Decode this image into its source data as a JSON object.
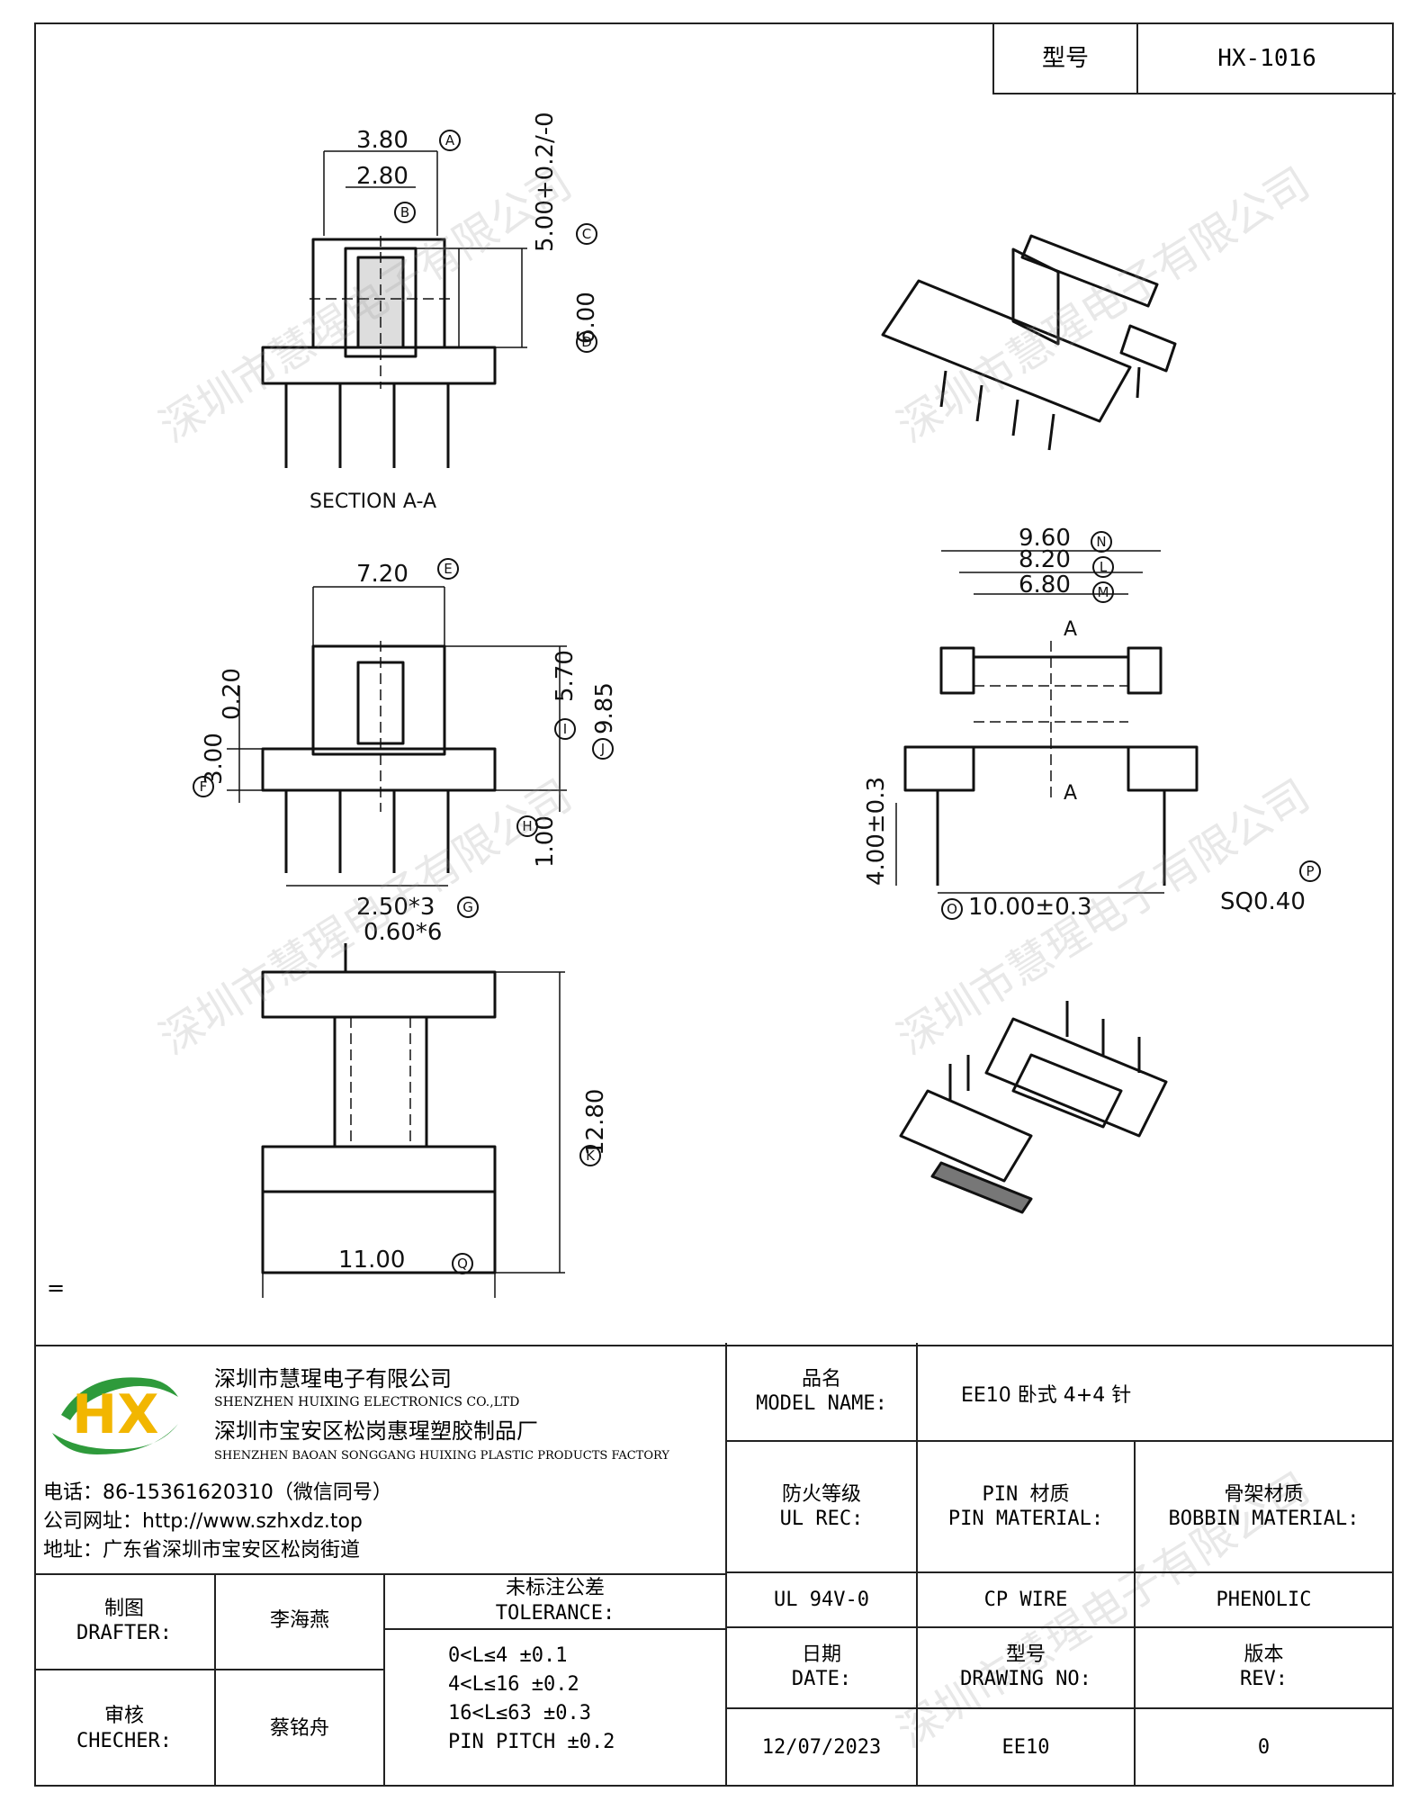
{
  "header": {
    "model_label": "型号",
    "model_value": "HX-1016"
  },
  "drawing": {
    "section_label": "SECTION A-A",
    "marker": "=",
    "dims": {
      "d380": "3.80",
      "d280": "2.80",
      "d500": "5.00+0.2/-0",
      "d600": "6.00",
      "d720": "7.20",
      "d020": "0.20",
      "d300": "3.00",
      "d570": "5.70",
      "d985": "9.85",
      "d100": "1.00",
      "d250": "2.50*3",
      "d060": "0.60*6",
      "d1280": "12.80",
      "d1100": "11.00",
      "d960": "9.60",
      "d820": "8.20",
      "d680": "6.80",
      "dA": "A",
      "d400": "4.00±0.3",
      "d1000": "10.00±0.3",
      "dsq": "SQ0.40"
    },
    "circles": {
      "A": "A",
      "B": "B",
      "C": "C",
      "D": "D",
      "E": "E",
      "F": "F",
      "G": "G",
      "H": "H",
      "I": "I",
      "J": "J",
      "K": "K",
      "L": "L",
      "M": "M",
      "N": "N",
      "O": "O",
      "P": "P",
      "Q": "Q"
    }
  },
  "watermark": "深圳市慧瑆电子有限公司",
  "company": {
    "logo_text": "HX",
    "name_cn": "深圳市慧瑆电子有限公司",
    "name_en": "SHENZHEN HUIXING ELECTRONICS CO.,LTD",
    "factory_cn": "深圳市宝安区松岗惠瑆塑胶制品厂",
    "factory_en": "SHENZHEN BAOAN SONGGANG HUIXING PLASTIC PRODUCTS FACTORY",
    "phone": "电话：86-15361620310（微信同号）",
    "website": "公司网址：http://www.szhxdz.top",
    "address": "地址：广东省深圳市宝安区松岗街道"
  },
  "title_block": {
    "model_name_cn": "品名",
    "model_name_en": "MODEL NAME:",
    "model_name_value": "EE10 卧式 4+4 针",
    "ul_cn": "防火等级",
    "ul_en": "UL REC:",
    "pin_cn": "PIN 材质",
    "pin_en": "PIN MATERIAL:",
    "bobbin_cn": "骨架材质",
    "bobbin_en": "BOBBIN MATERIAL:",
    "ul_value": "UL 94V-0",
    "pin_value": "CP WIRE",
    "bobbin_value": "PHENOLIC",
    "drafter_cn": "制图",
    "drafter_en": "DRAFTER:",
    "drafter_name": "李海燕",
    "checker_cn": "审核",
    "checker_en": "CHECHER:",
    "checker_name": "蔡铭舟",
    "tolerance_cn": "未标注公差",
    "tolerance_en": "TOLERANCE:",
    "tol_1": "0<L≤4  ±0.1",
    "tol_2": "4<L≤16 ±0.2",
    "tol_3": "16<L≤63 ±0.3",
    "tol_4": "PIN PITCH ±0.2",
    "date_cn": "日期",
    "date_en": "DATE:",
    "drawing_no_cn": "型号",
    "drawing_no_en": "DRAWING NO:",
    "rev_cn": "版本",
    "rev_en": "REV:",
    "date_value": "12/07/2023",
    "drawing_no_value": "EE10",
    "rev_value": "0"
  }
}
